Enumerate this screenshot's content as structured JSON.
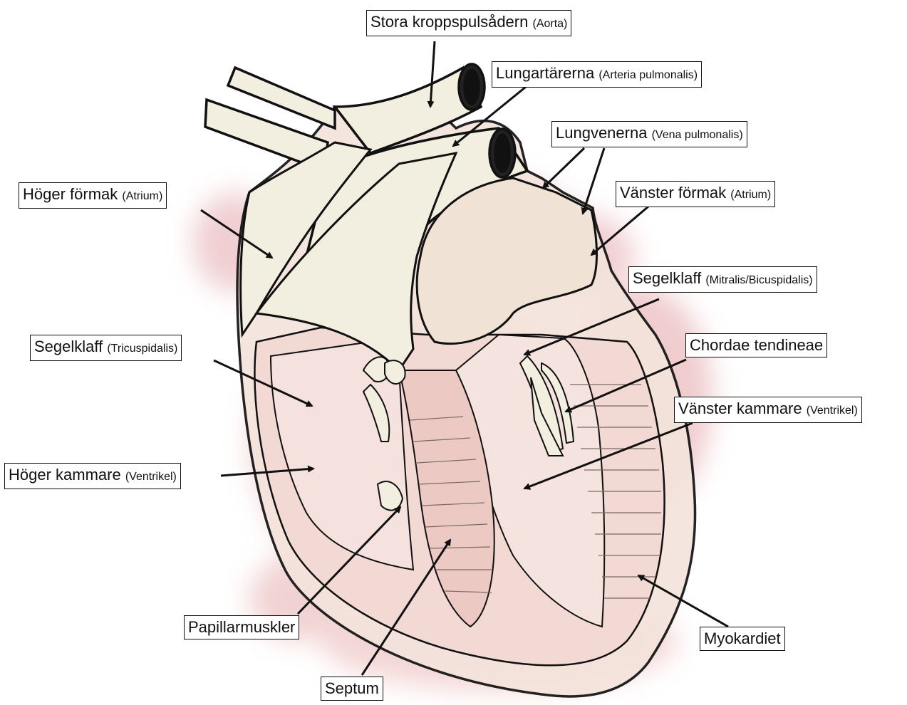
{
  "labels": {
    "aorta": {
      "main": "Stora kroppspulsådern",
      "sub": "(Aorta)"
    },
    "pulmonary_artery": {
      "main": "Lungartärerna",
      "sub": "(Arteria pulmonalis)"
    },
    "pulmonary_veins": {
      "main": "Lungvenerna",
      "sub": "(Vena pulmonalis)"
    },
    "right_atrium": {
      "main": "Höger förmak",
      "sub": "(Atrium)"
    },
    "left_atrium": {
      "main": "Vänster förmak",
      "sub": "(Atrium)"
    },
    "mitral_valve": {
      "main": "Segelklaff",
      "sub": "(Mitralis/Bicuspidalis)"
    },
    "tricuspid_valve": {
      "main": "Segelklaff",
      "sub": "(Tricuspidalis)"
    },
    "chordae": {
      "main": "Chordae tendineae",
      "sub": ""
    },
    "left_ventricle": {
      "main": "Vänster kammare",
      "sub": "(Ventrikel)"
    },
    "right_ventricle": {
      "main": "Höger kammare",
      "sub": "(Ventrikel)"
    },
    "papillary": {
      "main": "Papillarmuskler",
      "sub": ""
    },
    "septum": {
      "main": "Septum",
      "sub": ""
    },
    "myocardium": {
      "main": "Myokardiet",
      "sub": ""
    }
  }
}
